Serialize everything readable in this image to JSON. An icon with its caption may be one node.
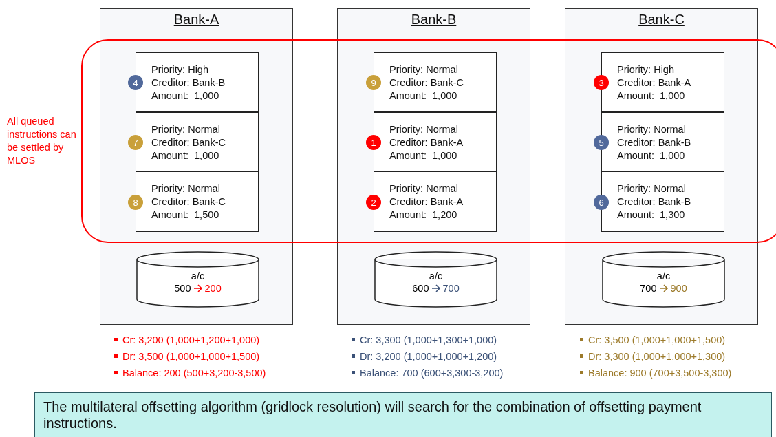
{
  "diagram": {
    "nodes": [
      {
        "text": [
          "All queued instructions can be settled by MLOS"
        ]
      },
      {
        "text": [
          "Bank-A"
        ]
      },
      {
        "text": [
          "Priority: High",
          "Creditor: Bank-B",
          "Amount:  1,000"
        ]
      },
      {
        "text": [
          "4"
        ]
      },
      {
        "text": [
          "Priority: Normal",
          "Creditor: Bank-C",
          "Amount:  1,000"
        ]
      },
      {
        "text": [
          "7"
        ]
      },
      {
        "text": [
          "Priority: Normal",
          "Creditor: Bank-C",
          "Amount:  1,500"
        ]
      },
      {
        "text": [
          "8"
        ]
      },
      {
        "text": [
          "a/c",
          "500",
          "200"
        ],
        "in": 1
      },
      {
        "text": [
          "Bank-B"
        ]
      },
      {
        "text": [
          "Priority: Normal",
          "Creditor: Bank-C",
          "Amount:  1,000"
        ]
      },
      {
        "text": [
          "9"
        ]
      },
      {
        "text": [
          "Priority: Normal",
          "Creditor: Bank-A",
          "Amount:  1,000"
        ]
      },
      {
        "text": [
          "1"
        ]
      },
      {
        "text": [
          "Priority: Normal",
          "Creditor: Bank-A",
          "Amount:  1,200"
        ]
      },
      {
        "text": [
          "2"
        ]
      },
      {
        "text": [
          "a/c",
          "600",
          "700"
        ],
        "in": 9
      },
      {
        "text": [
          "Bank-C"
        ]
      },
      {
        "text": [
          "Priority: High",
          "Creditor: Bank-A",
          "Amount:  1,000"
        ]
      },
      {
        "text": [
          "3"
        ]
      },
      {
        "text": [
          "Priority: Normal",
          "Creditor: Bank-B",
          "Amount:  1,000"
        ]
      },
      {
        "text": [
          "5"
        ]
      },
      {
        "text": [
          "Priority: Normal",
          "Creditor: Bank-B",
          "Amount:  1,300"
        ]
      },
      {
        "text": [
          "6"
        ]
      },
      {
        "text": [
          "a/c",
          "700",
          "900"
        ],
        "in": 17
      },
      {
        "text": [
          "The multilateral offsetting algorithm (gridlock resolution) will search for the combination of offsetting payment instructions."
        ]
      }
    ],
    "labels": [
      "Cr: 3,200 (1,000+1,200+1,000)",
      "Dr: 3,500 (1,000+1,000+1,500)",
      "Balance: 200 (500+3,200-3,500)",
      "Cr: 3,300 (1,000+1,300+1,000)",
      "Dr: 3,200 (1,000+1,000+1,200)",
      "Balance: 700 (600+3,300-3,200)",
      "Cr: 3,500 (1,000+1,000+1,500)",
      "Dr: 3,300 (1,000+1,000+1,300)",
      "Balance: 900 (700+3,500-3,300)"
    ]
  }
}
